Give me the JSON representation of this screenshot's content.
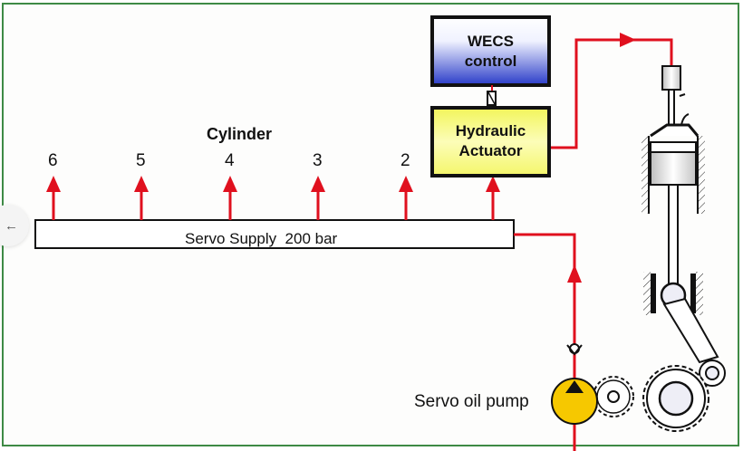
{
  "diagram": {
    "cylinder_heading": "Cylinder",
    "cylinders": [
      "6",
      "5",
      "4",
      "3",
      "2"
    ],
    "wecs_box": {
      "line1": "WECS",
      "line2": "control"
    },
    "actuator_box": {
      "line1": "Hydraulic",
      "line2": "Actuator"
    },
    "supply_rail_label": "Servo Supply  200 bar",
    "pump_label": "Servo oil pump",
    "colors": {
      "line": "#e0101e",
      "wecs_top": "#ffffff",
      "wecs_bottom": "#2a3cc8",
      "actuator_top": "#f4f66a",
      "actuator_bottom": "#ffffd0",
      "pump": "#f6c800",
      "frame": "#3e8a45"
    }
  },
  "nav": {
    "back_icon": "arrow-left-icon",
    "back_glyph": "←"
  }
}
